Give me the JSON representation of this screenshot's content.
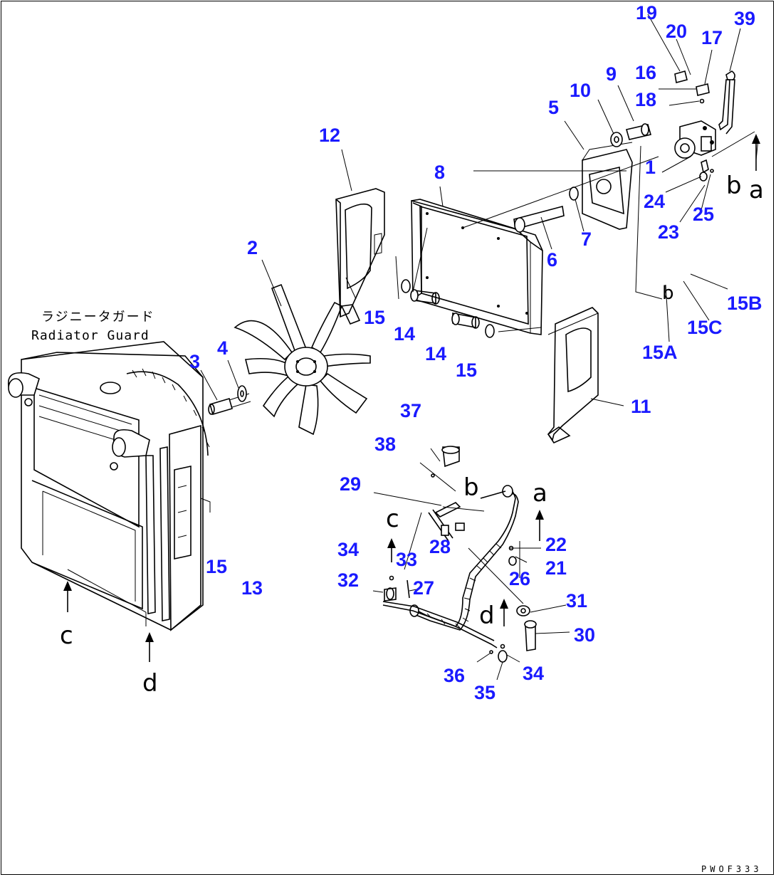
{
  "drawing": {
    "code": "PWOF333",
    "radiator_guard_jp": "ラジニータガード",
    "radiator_guard_en": "Radiator Guard"
  },
  "part_numbers": {
    "p1": "1",
    "p2": "2",
    "p3": "3",
    "p4": "4",
    "p5": "5",
    "p6": "6",
    "p7": "7",
    "p8": "8",
    "p9": "9",
    "p10": "10",
    "p11": "11",
    "p12": "12",
    "p13": "13",
    "p14a": "14",
    "p14b": "14",
    "p15a": "15",
    "p15b": "15",
    "p15c": "15",
    "p15A": "15A",
    "p15B": "15B",
    "p15C": "15C",
    "p16": "16",
    "p17": "17",
    "p18": "18",
    "p19": "19",
    "p20": "20",
    "p21": "21",
    "p22": "22",
    "p23": "23",
    "p24": "24",
    "p25": "25",
    "p26": "26",
    "p27": "27",
    "p28": "28",
    "p29": "29",
    "p30": "30",
    "p31": "31",
    "p32": "32",
    "p33": "33",
    "p34a": "34",
    "p34b": "34",
    "p35": "35",
    "p36": "36",
    "p37": "37",
    "p38": "38",
    "p39": "39"
  },
  "reference_letters": {
    "a_top": "a",
    "b_top": "b",
    "b_mid": "b",
    "a_lower": "a",
    "b_lower": "b",
    "c_lower": "c",
    "d_lower": "d",
    "c_left": "c",
    "d_left": "d"
  },
  "colors": {
    "part_number": "#1a1aff",
    "line": "#000000",
    "background": "#ffffff"
  }
}
